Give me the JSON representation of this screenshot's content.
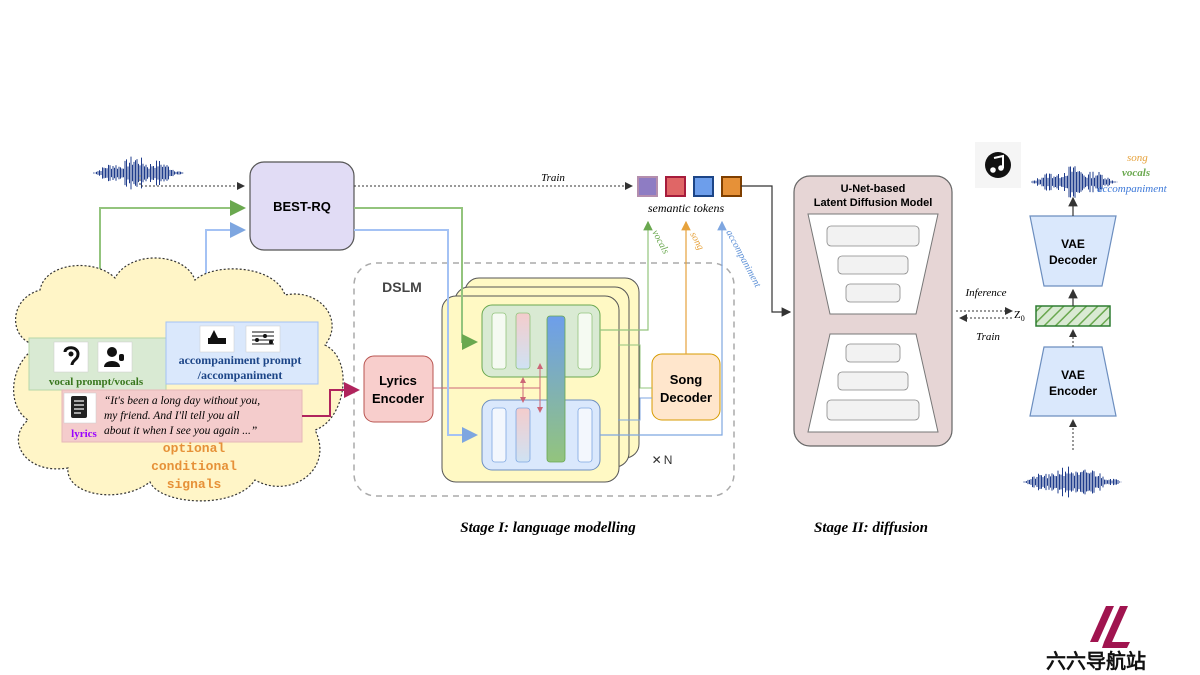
{
  "labels": {
    "best_rq": "BEST-RQ",
    "train_top": "Train",
    "semantic_tokens": "semantic tokens",
    "token_vocals": "vocals",
    "token_song": "song",
    "token_accompaniment": "accompaniment",
    "dslm": "DSLM",
    "lyrics_encoder_1": "Lyrics",
    "lyrics_encoder_2": "Encoder",
    "song_decoder_1": "Song",
    "song_decoder_2": "Decoder",
    "times_n": "N",
    "unet_1": "U-Net-based",
    "unet_2": "Latent Diffusion Model",
    "inference": "Inference",
    "train_right": "Train",
    "z0": "Z",
    "z0_sub": "0",
    "vae_decoder_1": "VAE",
    "vae_decoder_2": "Decoder",
    "vae_encoder_1": "VAE",
    "vae_encoder_2": "Encoder",
    "out_song": "song",
    "out_vocals": "vocals",
    "out_accompaniment": "accompaniment",
    "stage1": "Stage I: language modelling",
    "stage2": "Stage II: diffusion",
    "vocal_prompt": "vocal prompt/vocals",
    "acc_prompt_1": "accompaniment prompt",
    "acc_prompt_2": "/accompaniment",
    "lyrics_label": "lyrics",
    "lyric_line_1": "“It's been a long day without you,",
    "lyric_line_2": "my friend. And I'll tell you all",
    "lyric_line_3": "about it when I see you again ...”",
    "optional_1": "optional",
    "optional_2": "conditional",
    "optional_3": "signals",
    "watermark": "六六导航站"
  },
  "colors": {
    "vocals": "#6aa84f",
    "song": "#e6a23c",
    "accompaniment": "#5b8fd6",
    "lyrics": "#b0245d",
    "token_purple": "#8e7cc3",
    "token_red": "#e06666",
    "token_blue": "#6d9eeb",
    "token_orange": "#e69138"
  },
  "icons": [
    "waveform-icon",
    "ear-icon",
    "singer-icon",
    "piano-icon",
    "sheet-music-icon",
    "lyrics-sheet-icon",
    "music-note-icon",
    "logo-icon"
  ]
}
